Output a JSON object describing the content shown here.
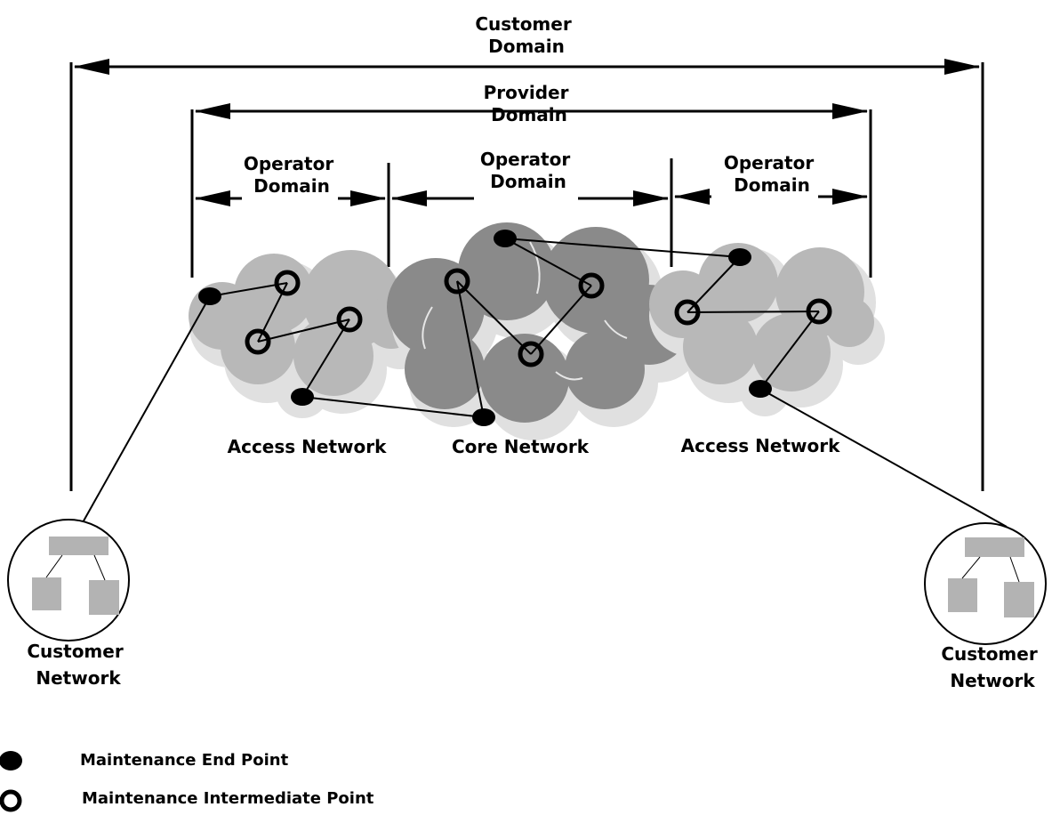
{
  "domains": {
    "customer": [
      "Customer",
      "Domain"
    ],
    "provider": [
      "Provider",
      "Domain"
    ],
    "operator_left": [
      "Operator",
      "Domain"
    ],
    "operator_center": [
      "Operator",
      "Domain"
    ],
    "operator_right": [
      "Operator",
      "Domain"
    ]
  },
  "networks": {
    "access_left": "Access Network",
    "core": "Core Network",
    "access_right": "Access Network",
    "customer_left": [
      "Customer",
      "Network"
    ],
    "customer_right": [
      "Customer",
      "Network"
    ]
  },
  "legend": {
    "mep": "Maintenance End Point",
    "mip": "Maintenance Intermediate Point"
  },
  "colors": {
    "line": "#000000",
    "cloud_shadow": "#e0e0e0",
    "access_cloud": "#b8b8b8",
    "core_cloud": "#8a8a8a",
    "device": "#b3b3b3"
  }
}
